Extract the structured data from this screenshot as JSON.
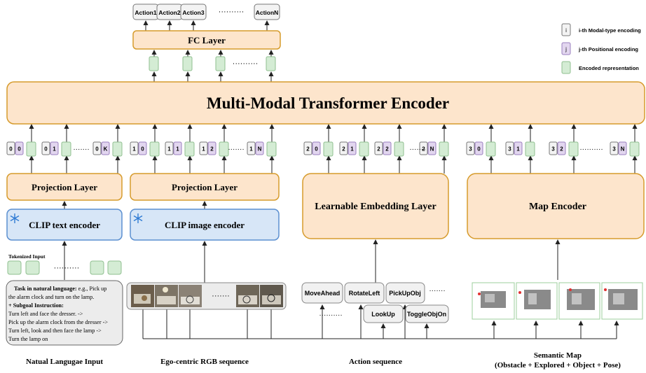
{
  "actions": [
    "Action1",
    "Action2",
    "Action3",
    "ActionN"
  ],
  "fc_layer": "FC Layer",
  "dots": "··········",
  "dots_short": "·······",
  "encoder_title": "Multi-Modal Transformer Encoder",
  "legend": {
    "modal_label": "i-th Modal-type encoding",
    "modal_symbol": "i",
    "pos_label": "j-th Positional encoding",
    "pos_symbol": "j",
    "enc_label": "Encoded representation"
  },
  "token_groups": {
    "text": [
      [
        "0",
        "0"
      ],
      [
        "0",
        "1"
      ],
      [
        "0",
        "K"
      ]
    ],
    "image": [
      [
        "1",
        "0"
      ],
      [
        "1",
        "1"
      ],
      [
        "1",
        "2"
      ],
      [
        "1",
        "N"
      ]
    ],
    "action": [
      [
        "2",
        "0"
      ],
      [
        "2",
        "1"
      ],
      [
        "2",
        "2"
      ],
      [
        "2",
        "N"
      ]
    ],
    "map": [
      [
        "3",
        "0"
      ],
      [
        "3",
        "1"
      ],
      [
        "3",
        "2"
      ],
      [
        "3",
        "N"
      ]
    ]
  },
  "blocks": {
    "proj_text": "Projection Layer",
    "proj_image": "Projection Layer",
    "learnable": "Learnable Embedding Layer",
    "map_encoder": "Map Encoder",
    "clip_text": "CLIP text encoder",
    "clip_image": "CLIP image encoder"
  },
  "tokenized_input": "Tokenized Input",
  "task_box": {
    "task_head": "Task in natural language:",
    "task_rest": " e.g., Pick up",
    "line2": "the alarm clock and turn on the lamp.",
    "subgoal_head": "+ Subgoal Instruction:",
    "steps": [
      "Turn left and face the dresser. ->",
      "Pick up the alarm clock from the dresser ->",
      "Turn left, look and then face the lamp ->",
      "Turn the lamp on"
    ]
  },
  "action_buttons": [
    "MoveAhead",
    "RotateLeft",
    "PickUpObj",
    "LookUp",
    "ToggleObjOn"
  ],
  "captions": {
    "text": "Natual Langugae Input",
    "rgb": "Ego-centric RGB sequence",
    "action": "Action sequence",
    "map_line1": "Semantic Map",
    "map_line2": "(Obstacle + Explored + Object + Pose)"
  },
  "colors": {
    "orange_fill": "#fde5cc",
    "orange_stroke": "#d69b2c",
    "blue_fill": "#d7e6f7",
    "blue_stroke": "#5b8fd0",
    "green_fill": "#d4ecd4",
    "green_stroke": "#8fbf8f",
    "purple_fill": "#e2d6ef",
    "purple_stroke": "#9a7fbf"
  }
}
